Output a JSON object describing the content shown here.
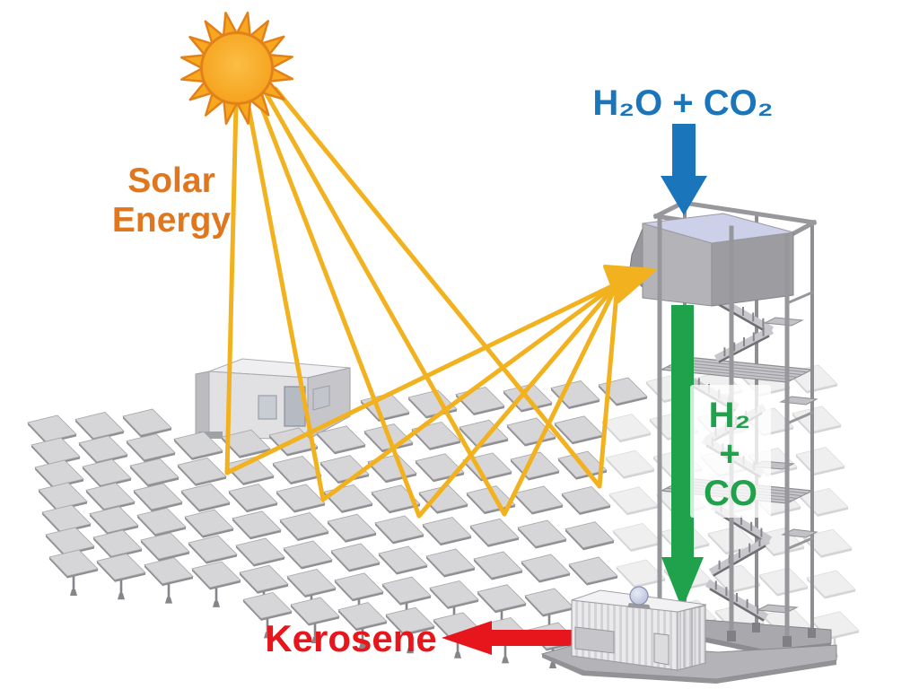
{
  "diagram": {
    "title": "Solar kerosene production process diagram",
    "labels": {
      "solar_energy": {
        "line1": "Solar",
        "line2": "Energy",
        "color": "#E0771E"
      },
      "feedstock": {
        "text": "H₂O + CO₂",
        "color": "#1B75BB"
      },
      "syngas": {
        "line1": "H₂",
        "line2": "+",
        "line3": "CO",
        "color": "#1FA24B"
      },
      "product": {
        "text": "Kerosene",
        "color": "#E6161C"
      }
    },
    "arrows": [
      {
        "name": "feedstock-arrow",
        "direction": "down",
        "color": "#1B75BB"
      },
      {
        "name": "syngas-arrow",
        "direction": "down",
        "color": "#1FA24B"
      },
      {
        "name": "kerosene-arrow",
        "direction": "left",
        "color": "#E6161C"
      }
    ],
    "icons": {
      "sun": "sun-icon",
      "solar_rays": "solar-rays",
      "heliostat_field": "heliostat-field",
      "control_building": "control-building",
      "solar_tower": "solar-tower",
      "receiver": "solar-receiver",
      "fuel_container": "fuel-plant-container"
    },
    "colors": {
      "ray": "#F2B11E",
      "sun_fill": "#F7A81F",
      "sun_stroke": "#E2811A",
      "structure_gray": "#9B9B9F",
      "mirror_gray": "#D6D6D8",
      "background": "#FFFFFF"
    }
  }
}
